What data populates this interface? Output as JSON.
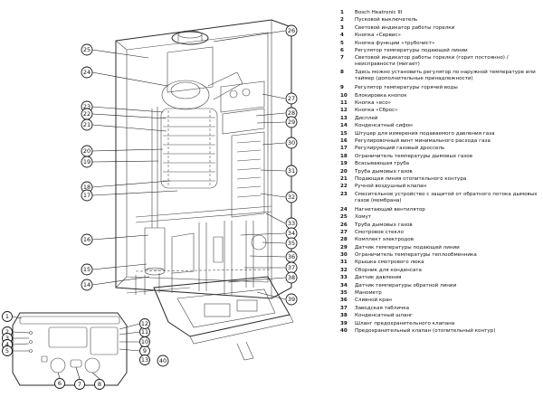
{
  "legend": [
    {
      "num": "1",
      "text": "Bosch Heatronic III"
    },
    {
      "num": "2",
      "text": "Пусковой выключатель"
    },
    {
      "num": "3",
      "text": "Световой индикатор работы горелки"
    },
    {
      "num": "4",
      "text": "Кнопка «Сервис»"
    },
    {
      "num": "5",
      "text": "Кнопка функции «трубочист»"
    },
    {
      "num": "6",
      "text": "Регулятор температуры подающей линии"
    },
    {
      "num": "7",
      "text": "Световой индикатор работы горелки (горит постоянно) / неисправности (мигает)"
    },
    {
      "num": "8",
      "text": "Здесь можно установить регулятор по наружной температуре или таймер (дополнительные принадлежности)"
    },
    {
      "num": "9",
      "text": "Регулятор температуры горячей воды"
    },
    {
      "num": "10",
      "text": "Блокировка кнопок"
    },
    {
      "num": "11",
      "text": "Кнопка «eco»"
    },
    {
      "num": "12",
      "text": "Кнопка «Сброс»"
    },
    {
      "num": "13",
      "text": "Дисплей"
    },
    {
      "num": "14",
      "text": "Конденсатный сифон"
    },
    {
      "num": "15",
      "text": "Штуцер для измерения подаваемого давления газа"
    },
    {
      "num": "16",
      "text": "Регулировочный винт минимального расхода газа"
    },
    {
      "num": "17",
      "text": "Регулирующий газовый дроссель"
    },
    {
      "num": "18",
      "text": "Ограничитель температуры дымовых газов"
    },
    {
      "num": "19",
      "text": "Всасывающая труба"
    },
    {
      "num": "20",
      "text": "Труба дымовых газов"
    },
    {
      "num": "21",
      "text": "Подающая линия отопительного контура"
    },
    {
      "num": "22",
      "text": "Ручной воздушный клапан"
    },
    {
      "num": "23",
      "text": "Смесительное устройство с защитой от обратного потока дымовых газов (мембрана)"
    },
    {
      "num": "24",
      "text": "Нагнетающий вентилятор"
    },
    {
      "num": "25",
      "text": "Хомут"
    },
    {
      "num": "26",
      "text": "Труба дымовых газов"
    },
    {
      "num": "27",
      "text": "Смотровое стекло"
    },
    {
      "num": "28",
      "text": "Комплект электродов"
    },
    {
      "num": "29",
      "text": "Датчик температуры подающей линии"
    },
    {
      "num": "30",
      "text": "Ограничитель температуры теплообменника"
    },
    {
      "num": "31",
      "text": "Крышка смотрового люка"
    },
    {
      "num": "32",
      "text": "Сборник для конденсата"
    },
    {
      "num": "33",
      "text": "Датчик давления"
    },
    {
      "num": "34",
      "text": "Датчик температуры обратной линии"
    },
    {
      "num": "35",
      "text": "Манометр"
    },
    {
      "num": "36",
      "text": "Сливной кран"
    },
    {
      "num": "37",
      "text": "Заводская табличка"
    },
    {
      "num": "38",
      "text": "Конденсатный шланг"
    },
    {
      "num": "39",
      "text": "Шланг предохранительного клапана"
    },
    {
      "num": "40",
      "text": "Предохранительный клапан (отопительный контур)"
    }
  ],
  "callouts": [
    "1",
    "2",
    "3",
    "4",
    "5",
    "6",
    "7",
    "8",
    "9",
    "10",
    "11",
    "12",
    "13",
    "14",
    "15",
    "16",
    "17",
    "18",
    "19",
    "20",
    "21",
    "22",
    "23",
    "24",
    "25",
    "26",
    "27",
    "28",
    "29",
    "30",
    "31",
    "32",
    "33",
    "34",
    "35",
    "36",
    "37",
    "38",
    "39",
    "40"
  ]
}
